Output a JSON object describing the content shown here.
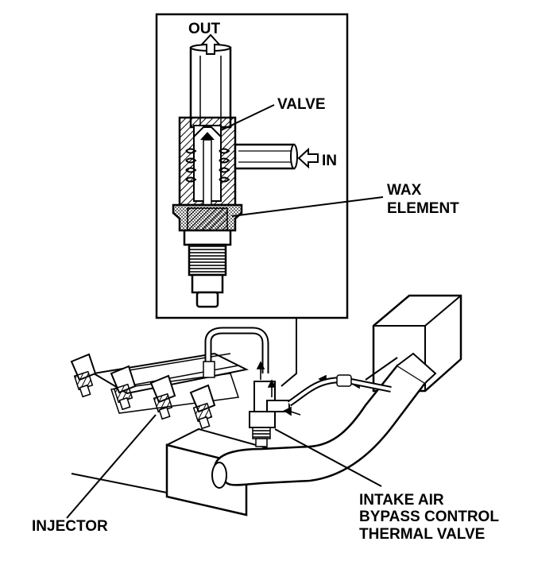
{
  "labels": {
    "out": "OUT",
    "valve": "VALVE",
    "in": "IN",
    "wax_line1": "WAX",
    "wax_line2": "ELEMENT",
    "injector": "INJECTOR",
    "thermal_line1": "INTAKE AIR",
    "thermal_line2": "BYPASS CONTROL",
    "thermal_line3": "THERMAL VALVE"
  },
  "colors": {
    "ink": "#000000",
    "paper": "#ffffff"
  }
}
